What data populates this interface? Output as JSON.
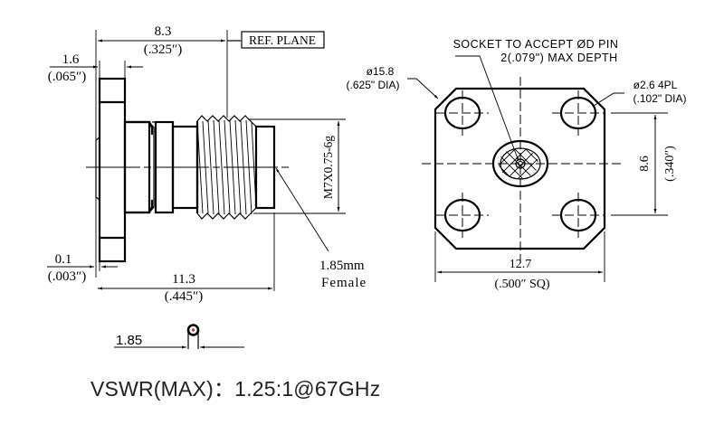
{
  "side_view": {
    "dim_overall_ref": {
      "mm": "8.3",
      "inch": "(.325″)"
    },
    "ref_plane_label": "REF. PLANE",
    "dim_flange": {
      "mm": "1.6",
      "inch": "(.065″)"
    },
    "dim_offset": {
      "mm": "0.1",
      "inch": "(.003″)"
    },
    "dim_length": {
      "mm": "11.3",
      "inch": "(.445″)"
    },
    "thread_spec": "M7X0.75-6g",
    "interface_label_1": "1.85mm",
    "interface_label_2": "Female"
  },
  "front_view": {
    "socket_note_line1": "SOCKET TO ACCEPT ØD PIN",
    "socket_note_line2": "2(.079\") MAX DEPTH",
    "flange_dia": {
      "mm": "ø15.8",
      "inch": "(.625\" DIA)"
    },
    "hole_dia": {
      "mm": "ø2.6  4PL",
      "inch": "(.102\"  DIA)"
    },
    "hole_spacing": {
      "mm": "8.6",
      "inch": "(.340″)"
    },
    "square_size": {
      "mm": "12.7",
      "inch": "(.500″  SQ)"
    }
  },
  "pin_detail": {
    "label": "1.85",
    "center_dot_color": "#e02020"
  },
  "spec": {
    "vswr": "VSWR(MAX)：1.25:1@67GHz"
  }
}
